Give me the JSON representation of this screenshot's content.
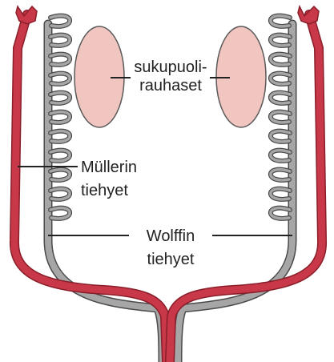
{
  "labels": {
    "gonads_line1": "sukupuoli-",
    "gonads_line2": "rauhaset",
    "muller_line1": "Müllerin",
    "muller_line2": "tiehyet",
    "wolff_line1": "Wolffin",
    "wolff_line2": "tiehyet"
  },
  "colors": {
    "muller_duct": "#c83848",
    "muller_duct_edge": "#8a1e2a",
    "wolff_duct": "#a6a6a6",
    "wolff_duct_edge": "#4a4a4a",
    "gonad_fill": "#f2c6c0",
    "gonad_edge": "#5a5a5a",
    "leader_line": "#222222"
  }
}
